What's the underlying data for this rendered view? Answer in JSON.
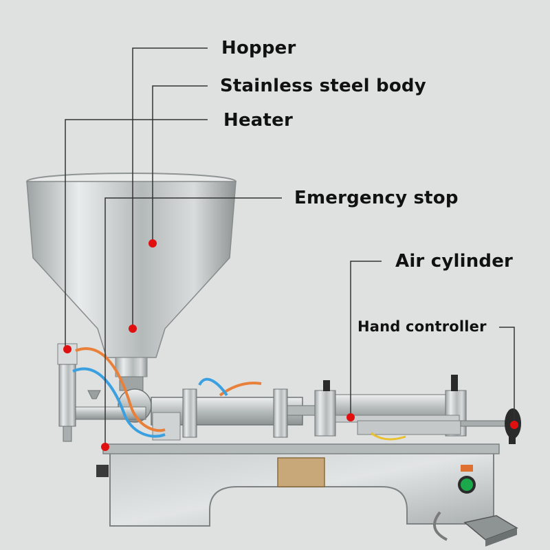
{
  "labels": {
    "hopper": "Hopper",
    "body": "Stainless steel body",
    "heater": "Heater",
    "estop": "Emergency stop",
    "cylinder": "Air cylinder",
    "hand": "Hand controller"
  },
  "colors": {
    "background": "#dfe1e0",
    "steel": "#c2c6c6",
    "callout_line": "#333333",
    "marker": "#e01010",
    "button_green": "#1aa84a",
    "air_tube": "#e8803a",
    "air_tube_blue": "#3aa0e0"
  }
}
